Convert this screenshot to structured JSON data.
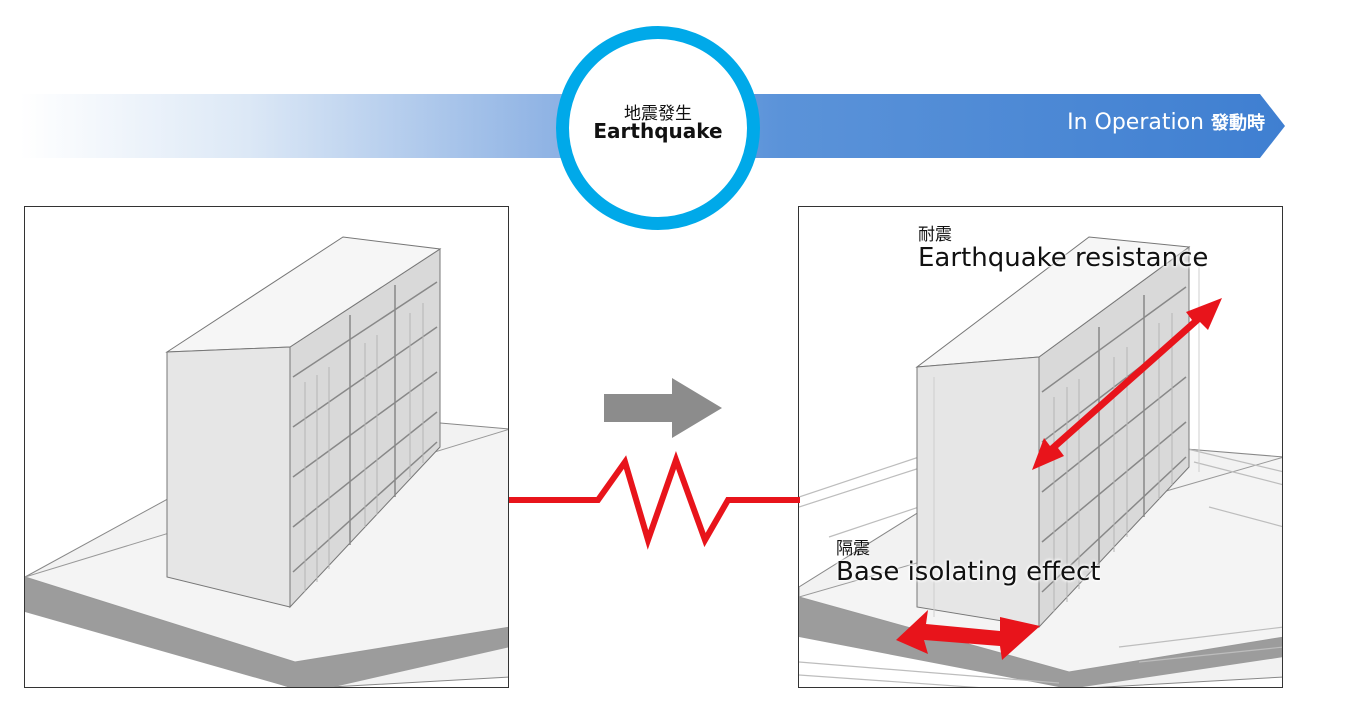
{
  "header": {
    "event_zh": "地震發生",
    "event_en": "Earthquake",
    "operation_en": "In Operation",
    "operation_zh": "發動時"
  },
  "labels": {
    "resistance_zh": "耐震",
    "resistance_en": "Earthquake resistance",
    "isolation_zh": "隔震",
    "isolation_en": "Base isolating effect"
  },
  "colors": {
    "banner_start": "#ffffff",
    "banner_end": "#4a8ad6",
    "circle_ring": "#00a9e9",
    "seismic_wave": "#e8141b",
    "motion_arrow": "#e8141b",
    "transition_arrow": "#8c8c8c"
  },
  "icons": {
    "transition": "right-arrow-icon",
    "seismic": "seismic-wave-icon"
  }
}
